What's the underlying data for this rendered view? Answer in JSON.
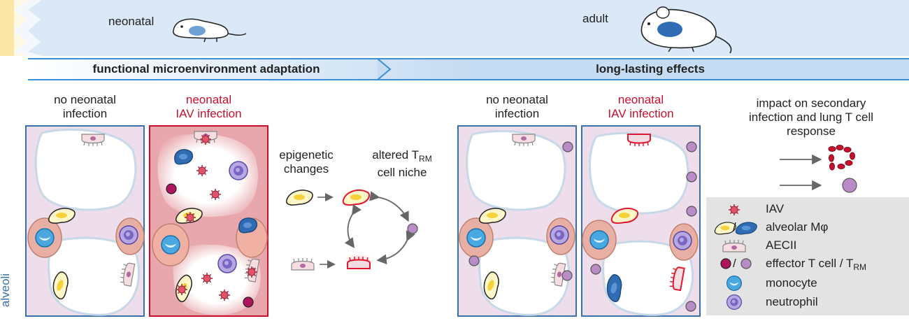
{
  "top": {
    "neonatal": "neonatal",
    "adult": "adult"
  },
  "phases": {
    "left": "functional microenvironment adaptation",
    "right": "long-lasting effects"
  },
  "panels": {
    "no_infection_1": "no neonatal\ninfection",
    "infection_1": "neonatal\nIAV infection",
    "no_infection_2": "no neonatal\ninfection",
    "infection_2": "neonatal\nIAV infection"
  },
  "middle": {
    "epigenetic": "epigenetic\nchanges",
    "altered_main": "altered T",
    "altered_sub": "RM",
    "altered_rest": "cell niche"
  },
  "impact": "impact on secondary\ninfection and lung T cell\nresponse",
  "side_label": "alveoli",
  "legend": {
    "iav": "IAV",
    "macrophage": "alveolar Mφ",
    "slash": "/",
    "aecii": "AECII",
    "tcell_main": "effector T cell / T",
    "tcell_sub": "RM",
    "monocyte": "monocyte",
    "neutrophil": "neutrophil"
  },
  "colors": {
    "banner": "#dbe8f7",
    "phase_bar": "#bcd6f0",
    "frame_blue": "#3a6fa8",
    "frame_red": "#c8102e",
    "tissue": "#eeddea",
    "inflamed": "#e8a7ad",
    "legend_bg": "#e3e3e3",
    "macrophage_yellow": "#f5d23c",
    "macrophage_blue": "#2f6cb3",
    "tcell_effector": "#b0145a",
    "tcell_trm": "#b98bc7",
    "monocyte": "#4aa8e0",
    "neutrophil": "#7a66c2"
  }
}
